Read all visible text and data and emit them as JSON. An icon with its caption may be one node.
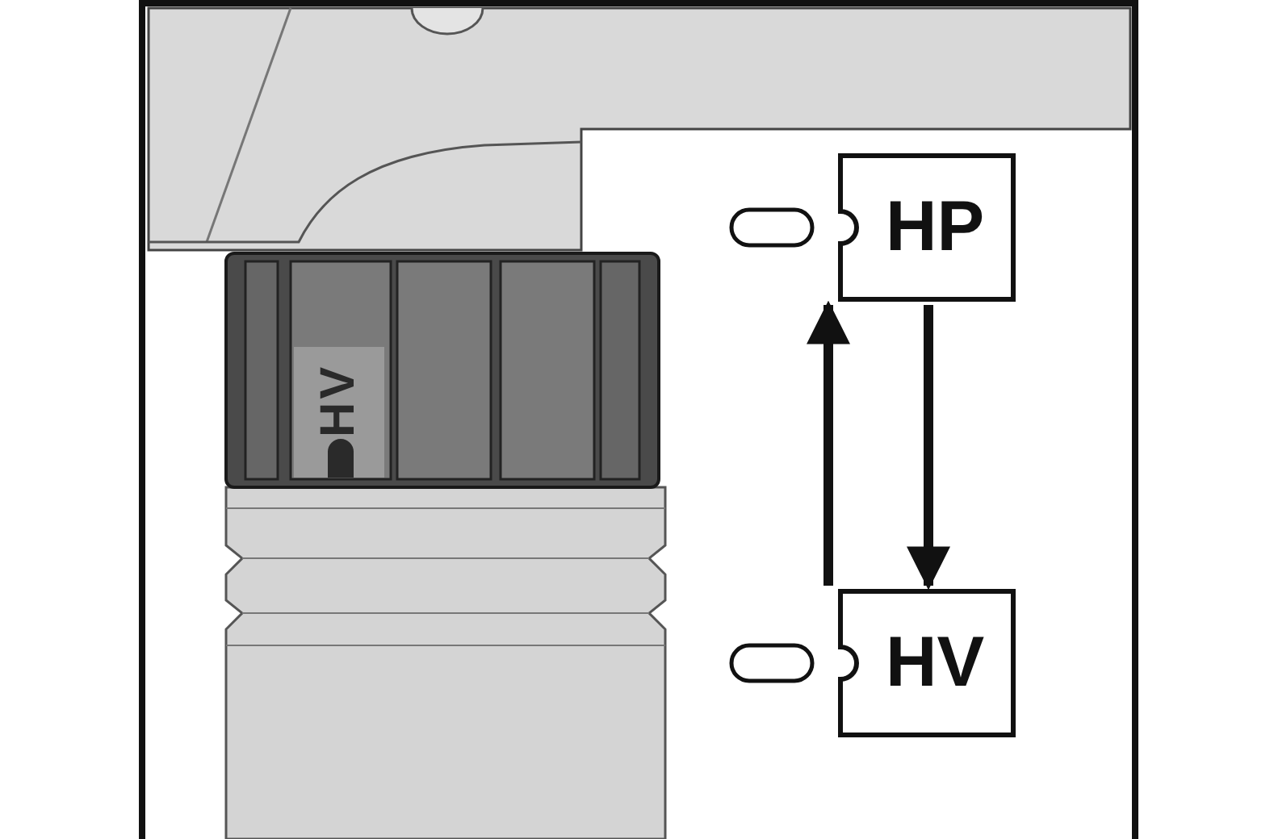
{
  "diagram": {
    "nodes": [
      {
        "text": [
          "HP"
        ]
      },
      {
        "text": [
          "HV"
        ]
      }
    ],
    "edges": [
      {
        "from": 1,
        "to": 0,
        "arrow": "to"
      },
      {
        "from": 0,
        "to": 1,
        "arrow": "to"
      }
    ],
    "labels": [
      "HV"
    ]
  }
}
